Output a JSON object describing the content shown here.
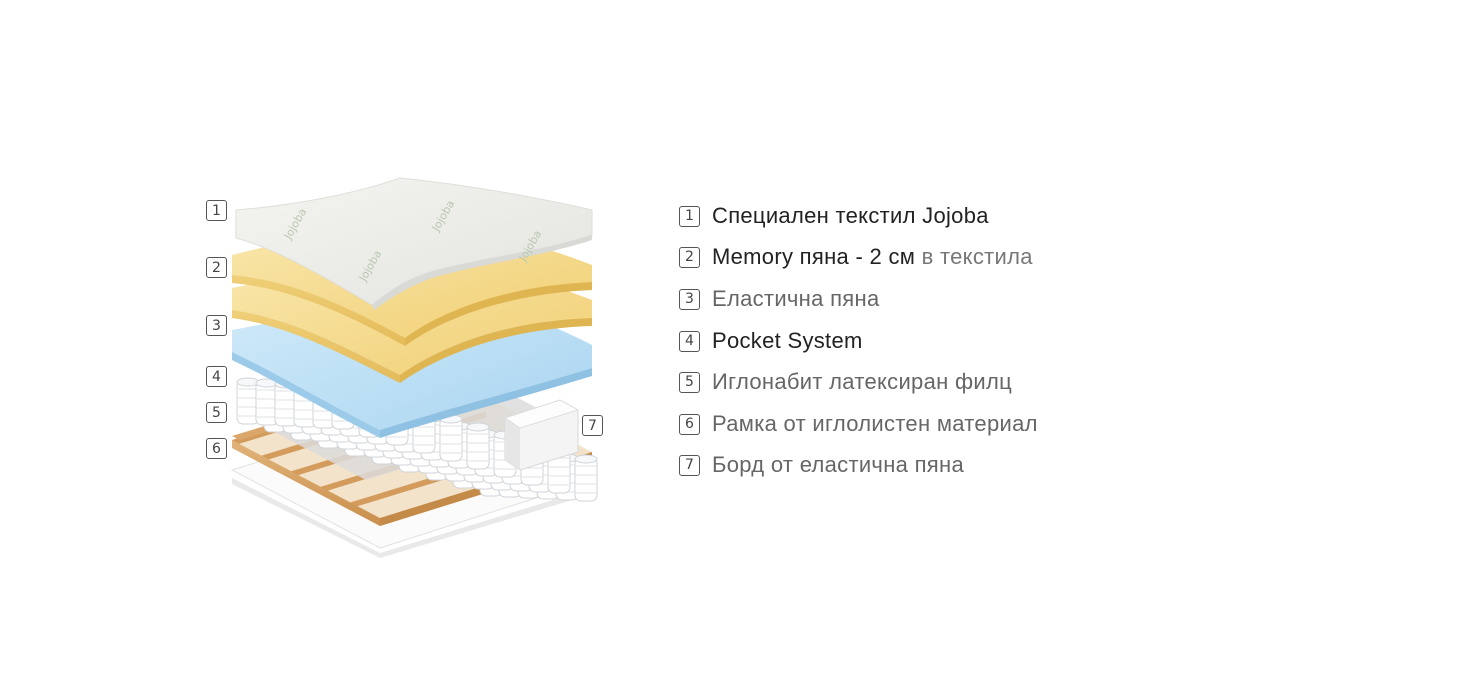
{
  "layers": [
    {
      "number": "1",
      "label": "Специален текстил Jojoba",
      "tone": "dark"
    },
    {
      "number": "2",
      "label": "Memory пяна - 2 см",
      "suffix": " в текстила",
      "tone": "dark"
    },
    {
      "number": "3",
      "label": "Еластична пяна",
      "tone": "light"
    },
    {
      "number": "4",
      "label": "Pocket System",
      "tone": "dark"
    },
    {
      "number": "5",
      "label": "Иглонабит латексиран филц",
      "tone": "light"
    },
    {
      "number": "6",
      "label": "Рамка от иглолистен материал",
      "tone": "light"
    },
    {
      "number": "7",
      "label": "Борд от еластична пяна",
      "tone": "light"
    }
  ],
  "diagram_badges": [
    "1",
    "2",
    "3",
    "4",
    "5",
    "6",
    "7"
  ],
  "textile_logo_text": "Jojoba",
  "colors": {
    "textile": "#eeeeea",
    "memory_foam": "#f6dc8e",
    "foam_blue": "#bfe0f5",
    "springs": "#ffffff",
    "frame_wood": "#d9a868",
    "felt": "#dddddd",
    "badge_border": "#555555"
  }
}
